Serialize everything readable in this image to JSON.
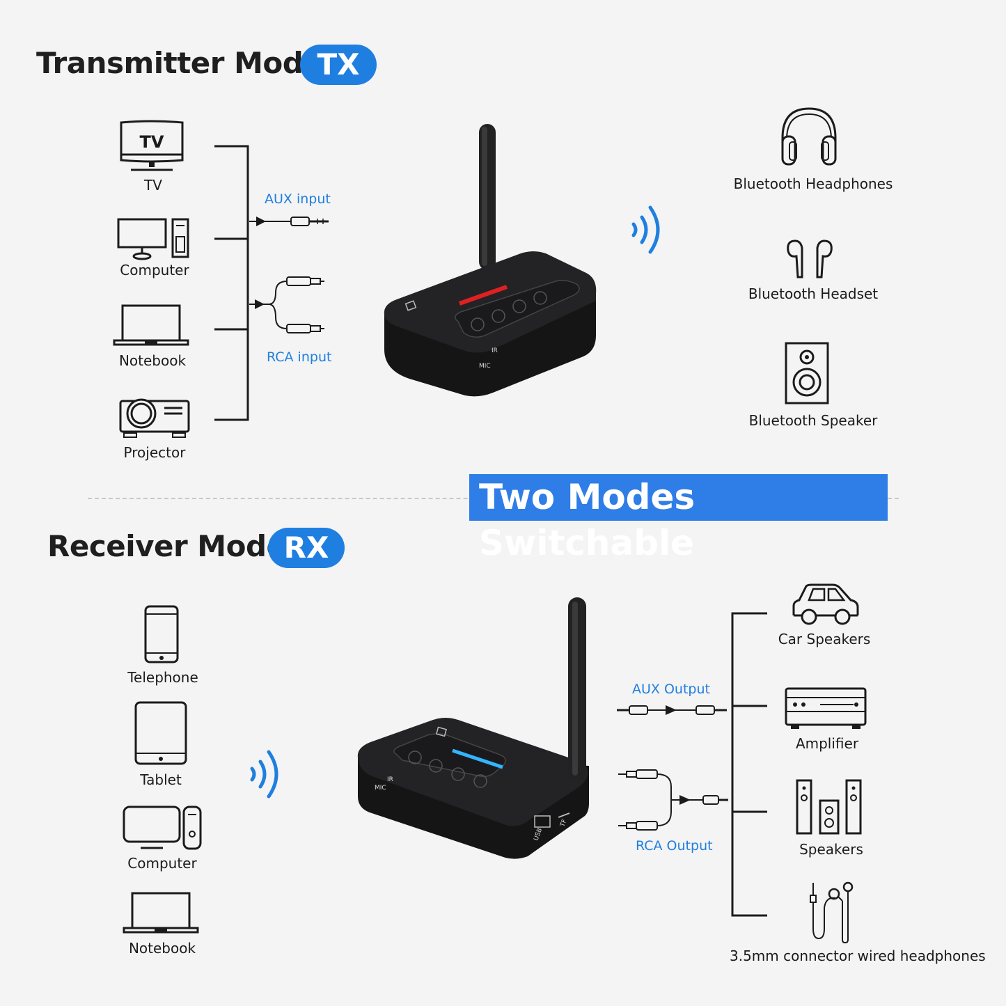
{
  "tx": {
    "title": "Transmitter Mode",
    "badge": "TX",
    "sources": [
      "TV",
      "Computer",
      "Notebook",
      "Projector"
    ],
    "tv_screen_text": "TV",
    "aux_label": "AUX input",
    "rca_label": "RCA input",
    "outputs": [
      "Bluetooth Headphones",
      "Bluetooth Headset",
      "Bluetooth Speaker"
    ],
    "device_labels": {
      "mic": "MIC",
      "ir": "IR"
    }
  },
  "banner": "Two Modes Switchable",
  "rx": {
    "title": "Receiver Mode",
    "badge": "RX",
    "sources": [
      "Telephone",
      "Tablet",
      "Computer",
      "Notebook"
    ],
    "aux_label": "AUX Output",
    "rca_label": "RCA Output",
    "outputs": [
      "Car Speakers",
      "Amplifier",
      "Speakers",
      "3.5mm connector wired headphones"
    ],
    "device_labels": {
      "mic": "MIC",
      "ir": "IR",
      "usb": "USB",
      "tf": "TF"
    }
  },
  "colors": {
    "accent": "#1f7fe0",
    "banner": "#2f7de6",
    "device": "#1c1c1e",
    "tx_led": "#e02020",
    "rx_led": "#33b5ff"
  }
}
